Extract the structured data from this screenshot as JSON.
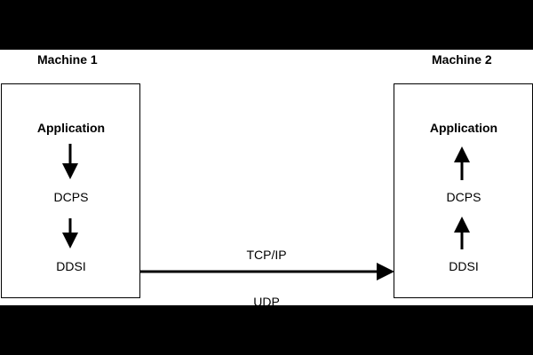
{
  "machine1": {
    "title": "Machine 1",
    "layers": [
      "Application",
      "DCPS",
      "DDSI"
    ]
  },
  "machine2": {
    "title": "Machine 2",
    "layers": [
      "Application",
      "DCPS",
      "DDSI"
    ]
  },
  "link": {
    "label_top": "TCP/IP",
    "label_bottom": "UDP"
  },
  "colors": {
    "background": "#000000",
    "canvas": "#ffffff",
    "stroke": "#000000"
  }
}
